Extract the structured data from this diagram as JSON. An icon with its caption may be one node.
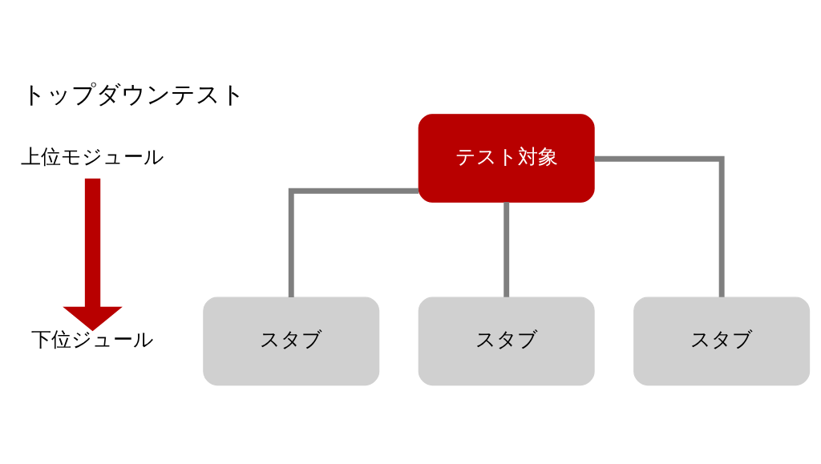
{
  "diagram": {
    "title": "トップダウンテスト",
    "nodes": [
      {
        "text": [
          "上位モジュール"
        ]
      },
      {
        "text": [
          "下位ジュール"
        ]
      },
      {
        "text": [
          "テスト対象"
        ]
      },
      {
        "text": [
          "スタブ"
        ]
      },
      {
        "text": [
          "スタブ"
        ]
      },
      {
        "text": [
          "スタブ"
        ]
      }
    ],
    "edges": [
      {
        "from": 0,
        "to": 1,
        "arrow": "to",
        "style": "thick",
        "color": "#b80000"
      },
      {
        "from": 2,
        "to": 3,
        "arrow": "none"
      },
      {
        "from": 2,
        "to": 4,
        "arrow": "none"
      },
      {
        "from": 2,
        "to": 5,
        "arrow": "none"
      }
    ]
  }
}
